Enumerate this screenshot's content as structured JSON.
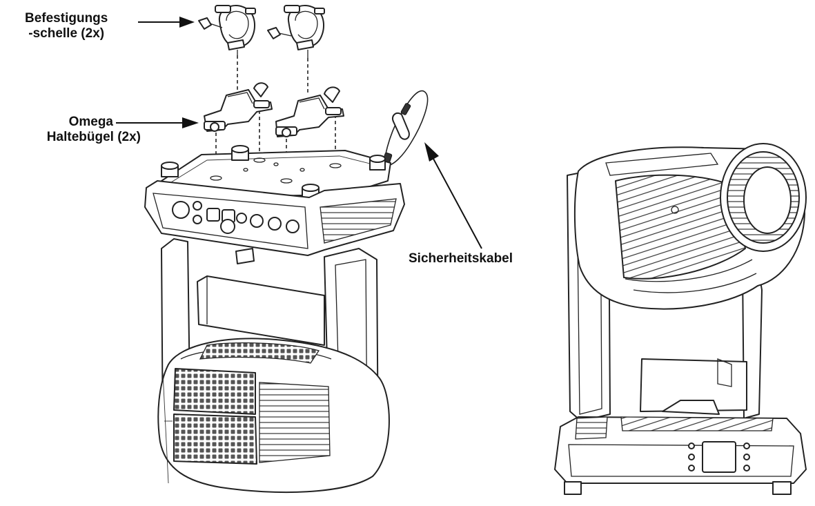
{
  "labels": {
    "clamp_line1": "Befestigungs",
    "clamp_line2": "-schelle (2x)",
    "omega_line1": "Omega",
    "omega_line2": "Haltebügel (2x)",
    "safety": "Sicherheitskabel"
  }
}
